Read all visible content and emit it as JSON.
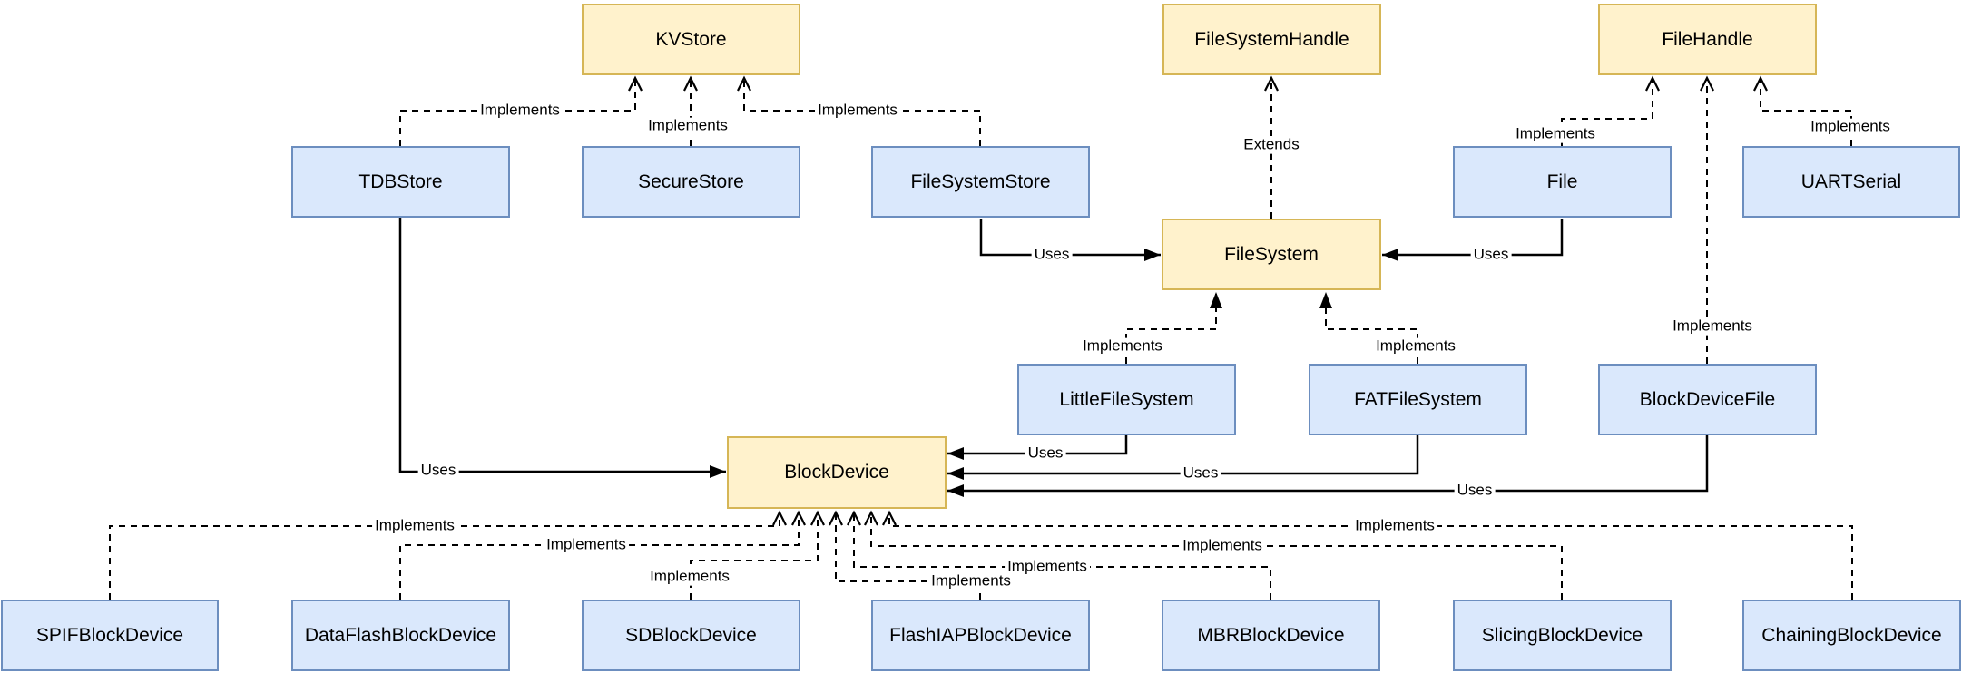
{
  "diagram": {
    "type": "uml-class-diagram",
    "background": "#ffffff",
    "colors": {
      "interface_fill": "#FFF2CC",
      "interface_border": "#D6B656",
      "class_fill": "#DAE8FC",
      "class_border": "#6C8EBF",
      "line": "#000000",
      "text": "#000000"
    },
    "nodes": [
      {
        "id": "kvstore",
        "label": "KVStore",
        "kind": "interface"
      },
      {
        "id": "filesystemhandle",
        "label": "FileSystemHandle",
        "kind": "interface"
      },
      {
        "id": "filehandle",
        "label": "FileHandle",
        "kind": "interface"
      },
      {
        "id": "tdbstore",
        "label": "TDBStore",
        "kind": "class"
      },
      {
        "id": "securestore",
        "label": "SecureStore",
        "kind": "class"
      },
      {
        "id": "filesystemstore",
        "label": "FileSystemStore",
        "kind": "class"
      },
      {
        "id": "file",
        "label": "File",
        "kind": "class"
      },
      {
        "id": "uartserial",
        "label": "UARTSerial",
        "kind": "class"
      },
      {
        "id": "filesystem",
        "label": "FileSystem",
        "kind": "interface"
      },
      {
        "id": "littlefilesystem",
        "label": "LittleFileSystem",
        "kind": "class"
      },
      {
        "id": "fatfilesystem",
        "label": "FATFileSystem",
        "kind": "class"
      },
      {
        "id": "blockdevicefile",
        "label": "BlockDeviceFile",
        "kind": "class"
      },
      {
        "id": "blockdevice",
        "label": "BlockDevice",
        "kind": "interface"
      },
      {
        "id": "spifblockdevice",
        "label": "SPIFBlockDevice",
        "kind": "class"
      },
      {
        "id": "dataflashblockdevice",
        "label": "DataFlashBlockDevice",
        "kind": "class"
      },
      {
        "id": "sdblockdevice",
        "label": "SDBlockDevice",
        "kind": "class"
      },
      {
        "id": "flashiapblockdevice",
        "label": "FlashIAPBlockDevice",
        "kind": "class"
      },
      {
        "id": "mbrblockdevice",
        "label": "MBRBlockDevice",
        "kind": "class"
      },
      {
        "id": "slicingblockdevice",
        "label": "SlicingBlockDevice",
        "kind": "class"
      },
      {
        "id": "chainingblockdevice",
        "label": "ChainingBlockDevice",
        "kind": "class"
      }
    ],
    "edges": [
      {
        "from": "tdbstore",
        "to": "kvstore",
        "label": "Implements",
        "kind": "implements"
      },
      {
        "from": "securestore",
        "to": "kvstore",
        "label": "Implements",
        "kind": "implements"
      },
      {
        "from": "filesystemstore",
        "to": "kvstore",
        "label": "Implements",
        "kind": "implements"
      },
      {
        "from": "filesystem",
        "to": "filesystemhandle",
        "label": "Extends",
        "kind": "extends"
      },
      {
        "from": "file",
        "to": "filehandle",
        "label": "Implements",
        "kind": "implements"
      },
      {
        "from": "blockdevicefile",
        "to": "filehandle",
        "label": "Implements",
        "kind": "implements"
      },
      {
        "from": "uartserial",
        "to": "filehandle",
        "label": "Implements",
        "kind": "implements"
      },
      {
        "from": "littlefilesystem",
        "to": "filesystem",
        "label": "Implements",
        "kind": "implements"
      },
      {
        "from": "fatfilesystem",
        "to": "filesystem",
        "label": "Implements",
        "kind": "implements"
      },
      {
        "from": "filesystemstore",
        "to": "filesystem",
        "label": "Uses",
        "kind": "uses"
      },
      {
        "from": "file",
        "to": "filesystem",
        "label": "Uses",
        "kind": "uses"
      },
      {
        "from": "tdbstore",
        "to": "blockdevice",
        "label": "Uses",
        "kind": "uses"
      },
      {
        "from": "littlefilesystem",
        "to": "blockdevice",
        "label": "Uses",
        "kind": "uses"
      },
      {
        "from": "fatfilesystem",
        "to": "blockdevice",
        "label": "Uses",
        "kind": "uses"
      },
      {
        "from": "blockdevicefile",
        "to": "blockdevice",
        "label": "Uses",
        "kind": "uses"
      },
      {
        "from": "spifblockdevice",
        "to": "blockdevice",
        "label": "Implements",
        "kind": "implements"
      },
      {
        "from": "dataflashblockdevice",
        "to": "blockdevice",
        "label": "Implements",
        "kind": "implements"
      },
      {
        "from": "sdblockdevice",
        "to": "blockdevice",
        "label": "Implements",
        "kind": "implements"
      },
      {
        "from": "flashiapblockdevice",
        "to": "blockdevice",
        "label": "Implements",
        "kind": "implements"
      },
      {
        "from": "mbrblockdevice",
        "to": "blockdevice",
        "label": "Implements",
        "kind": "implements"
      },
      {
        "from": "slicingblockdevice",
        "to": "blockdevice",
        "label": "Implements",
        "kind": "implements"
      },
      {
        "from": "chainingblockdevice",
        "to": "blockdevice",
        "label": "Implements",
        "kind": "implements"
      }
    ]
  }
}
